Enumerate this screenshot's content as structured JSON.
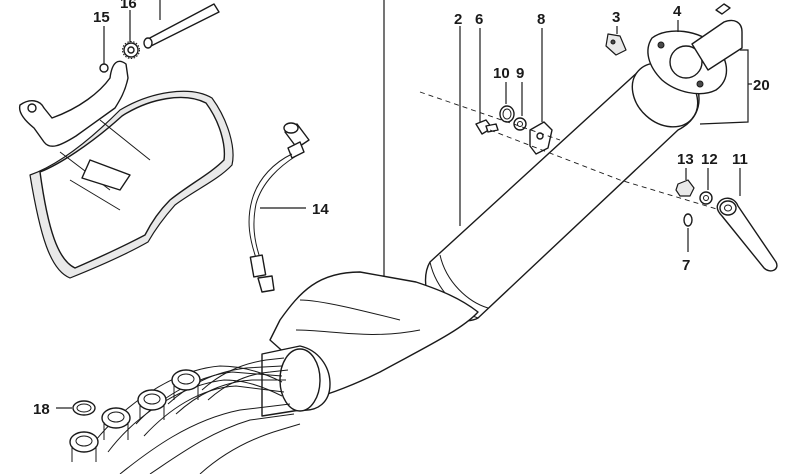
{
  "callouts": [
    {
      "id": "c15",
      "label": "15"
    },
    {
      "id": "c16",
      "label": "16"
    },
    {
      "id": "c2",
      "label": "2"
    },
    {
      "id": "c6",
      "label": "6"
    },
    {
      "id": "c8",
      "label": "8"
    },
    {
      "id": "c3",
      "label": "3"
    },
    {
      "id": "c4",
      "label": "4"
    },
    {
      "id": "c10",
      "label": "10"
    },
    {
      "id": "c9",
      "label": "9"
    },
    {
      "id": "c20",
      "label": "20"
    },
    {
      "id": "c13",
      "label": "13"
    },
    {
      "id": "c12",
      "label": "12"
    },
    {
      "id": "c11",
      "label": "11"
    },
    {
      "id": "c7",
      "label": "7"
    },
    {
      "id": "c14",
      "label": "14"
    },
    {
      "id": "c18",
      "label": "18"
    }
  ]
}
